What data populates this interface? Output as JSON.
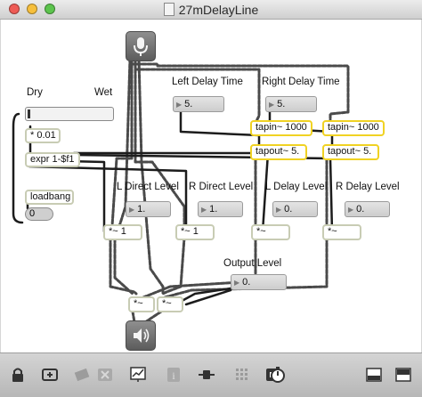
{
  "window": {
    "title": "27mDelayLine",
    "traffic_lights": {
      "close": "#ee5b55",
      "minimize": "#f6bf3c",
      "zoom": "#5cc44d"
    }
  },
  "labels": {
    "dry": "Dry",
    "wet": "Wet",
    "left_delay_time": "Left Delay Time",
    "right_delay_time": "Right Delay Time",
    "l_direct_level": "L Direct Level",
    "r_direct_level": "R Direct Level",
    "l_delay_level": "L Delay Level",
    "r_delay_level": "R Delay Level",
    "output_level": "Output Level"
  },
  "objects": {
    "mult_001": "* 0.01",
    "expr": "expr 1-$f1",
    "loadbang": "loadbang",
    "tapin_left": "tapin~ 1000",
    "tapin_right": "tapin~ 1000",
    "tapout_left": "tapout~ 5.",
    "tapout_right": "tapout~ 5.",
    "mult_l_direct": "*~ 1",
    "mult_r_direct": "*~ 1",
    "mult_l_delay": "*~",
    "mult_r_delay": "*~",
    "mult_out_l": "*~",
    "mult_out_r": "*~"
  },
  "numbers": {
    "left_delay_time": "5.",
    "right_delay_time": "5.",
    "l_direct_level": "1.",
    "r_direct_level": "1.",
    "l_delay_level": "0.",
    "r_delay_level": "0.",
    "output_level": "0.",
    "loadbang_int": "0"
  },
  "icons": {
    "adc": "microphone-icon",
    "dac": "speaker-icon"
  },
  "toolbar": {
    "left": [
      "lock-icon",
      "new-object-icon",
      "delete-icon",
      "close-icon",
      "presentation-icon",
      "info-icon",
      "patch-cord-icon",
      "grid-icon",
      "debug-icon",
      "timer-icon"
    ],
    "right": [
      "view-toggle-icon",
      "window-layout-icon"
    ]
  },
  "colors": {
    "signal_outline": "#f0d223",
    "object_outline": "#c8ccb4",
    "canvas": "#ffffff"
  }
}
